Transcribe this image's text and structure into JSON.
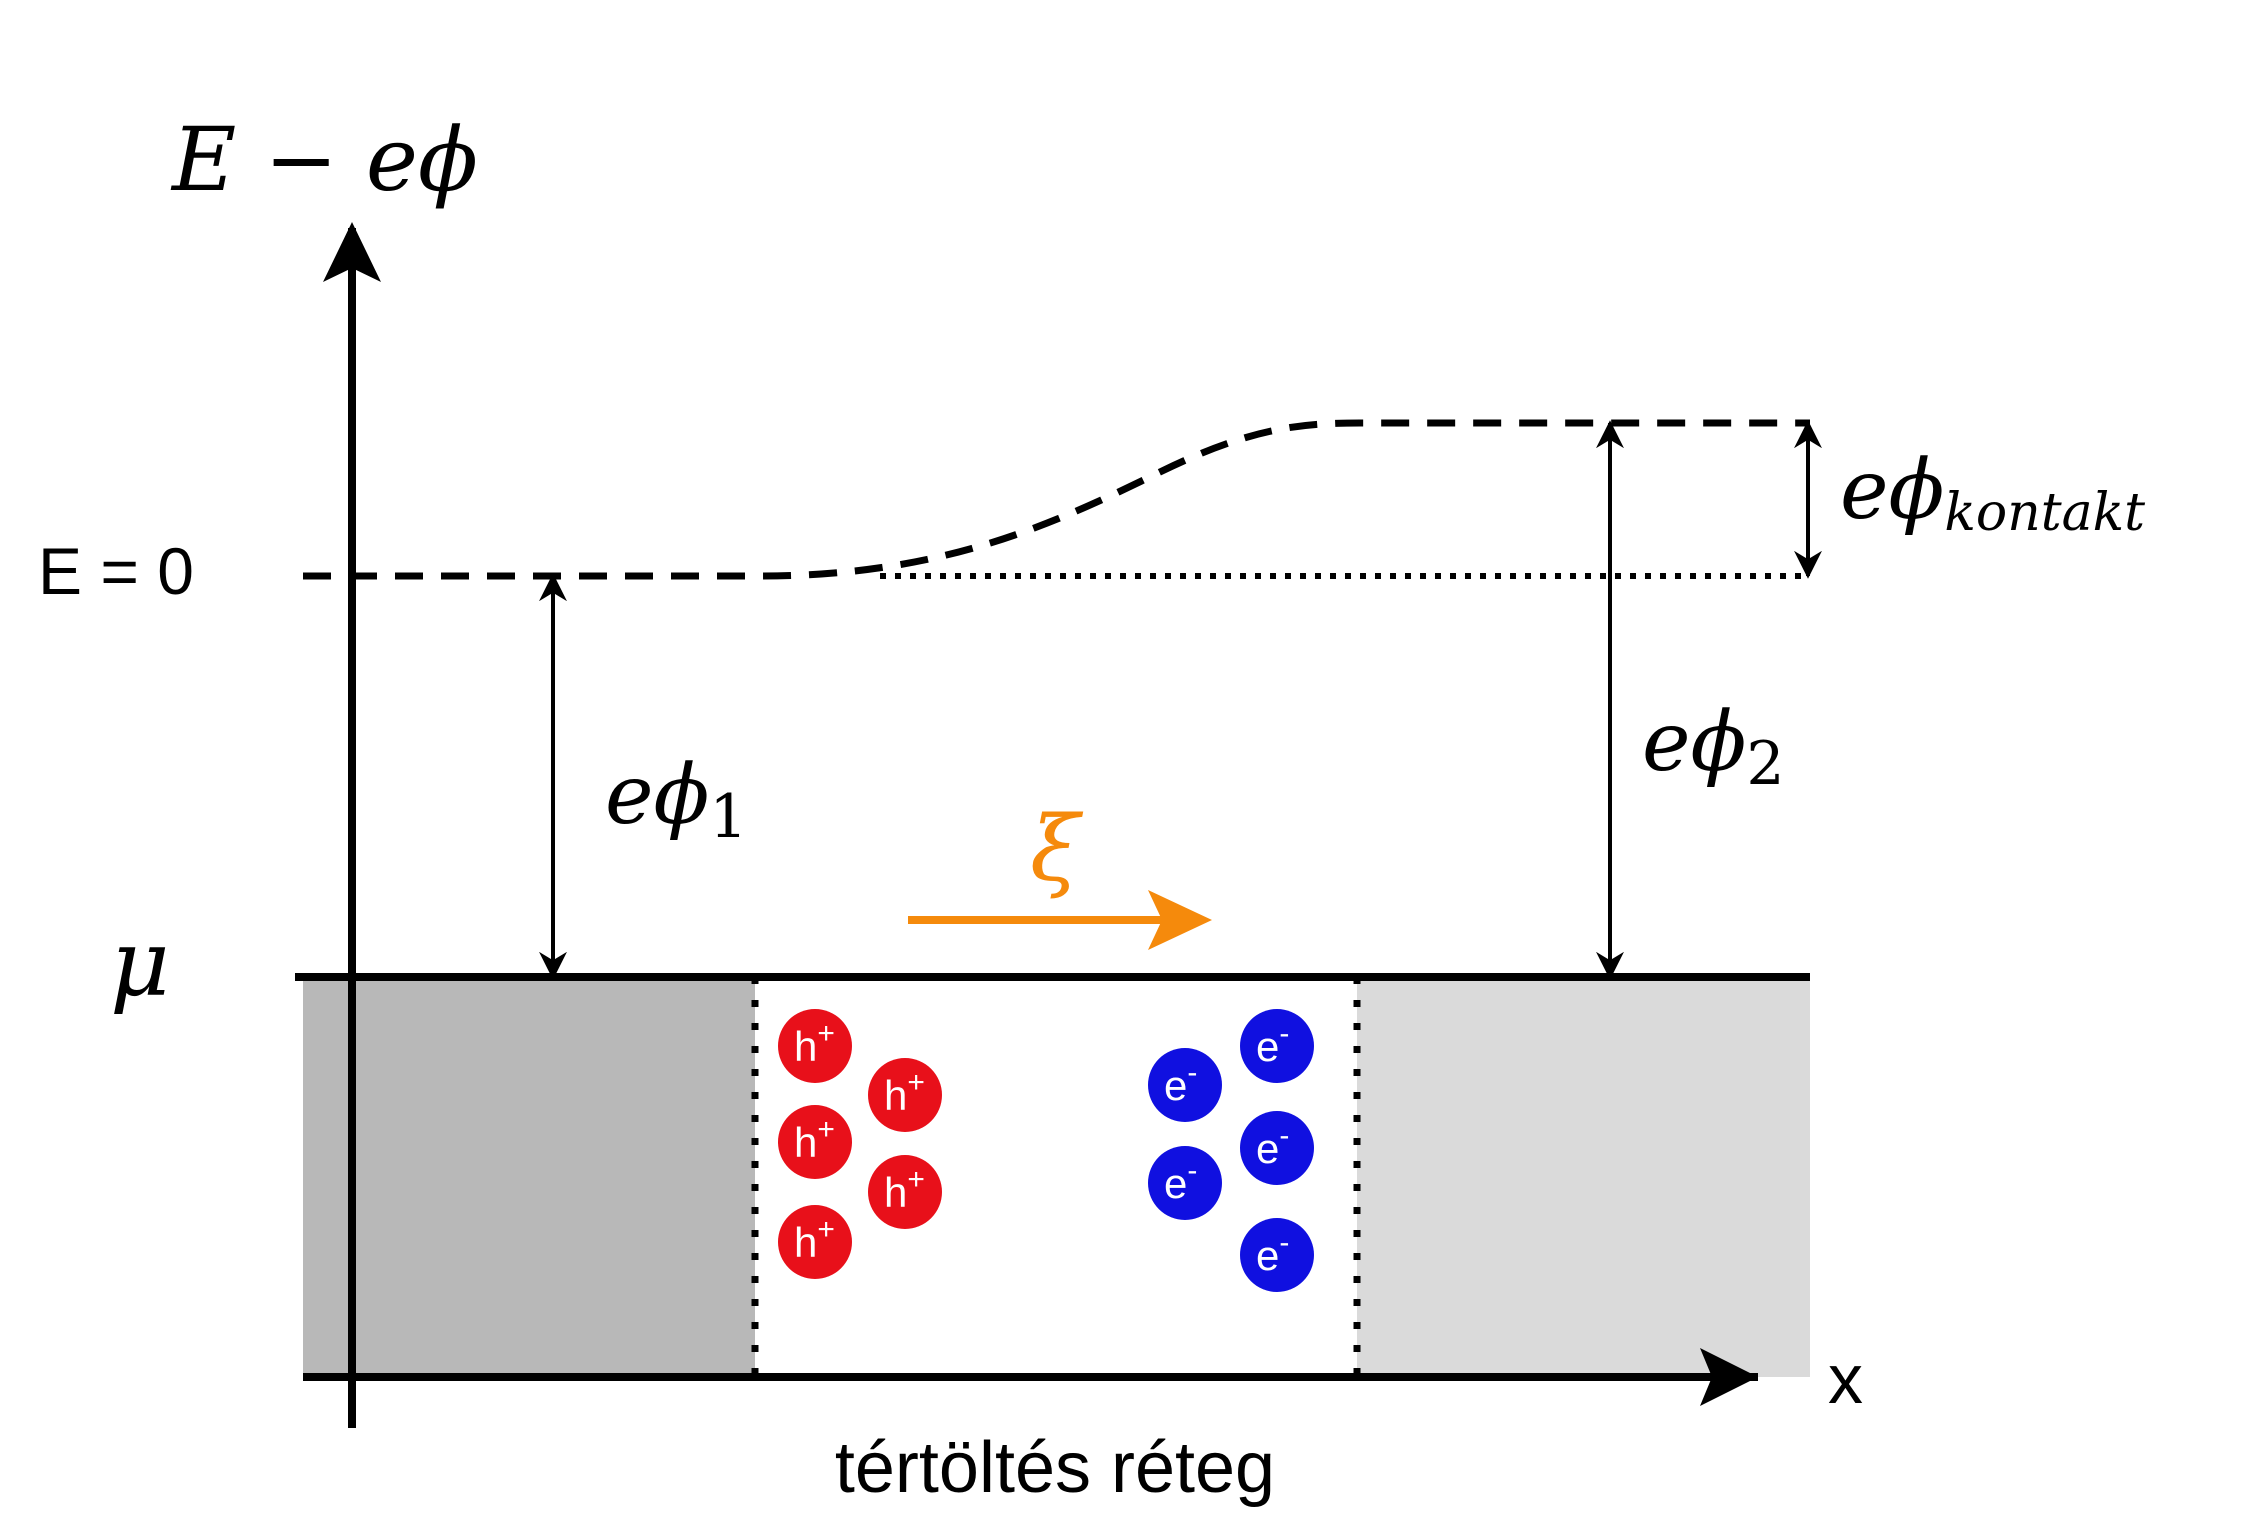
{
  "labels": {
    "y_axis": "E − eϕ",
    "e_zero": "E = 0",
    "mu": "μ",
    "phi1_main": "eϕ",
    "phi1_sub": "1",
    "phi2_main": "eϕ",
    "phi2_sub": "2",
    "contact_main": "eϕ",
    "contact_sub": "kontakt",
    "field": "ξ",
    "x_axis": "x",
    "layer": "tértöltés réteg"
  },
  "particles": {
    "hole_base": "h",
    "hole_charge": "+",
    "electron_base": "e",
    "electron_charge": "-",
    "hole_count": 5,
    "electron_count": 5
  },
  "colors": {
    "hole": "#e8101a",
    "electron": "#1010e0",
    "field_arrow": "#f58a0c",
    "left_region": "#b8b8b8",
    "right_region": "#dadada",
    "line": "#000000"
  },
  "icons": {
    "hole": "red-circle",
    "electron": "blue-circle"
  }
}
